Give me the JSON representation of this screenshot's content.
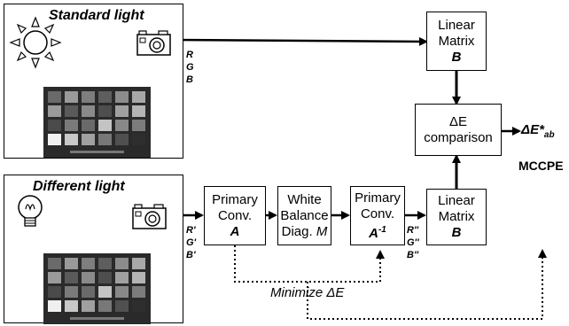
{
  "panels": {
    "top_title": "Standard light",
    "bottom_title": "Different light"
  },
  "channels": {
    "top": [
      "R",
      "G",
      "B"
    ],
    "bottom": [
      "R'",
      "G'",
      "B'"
    ],
    "after": [
      "R''",
      "G''",
      "B''"
    ]
  },
  "blocks": {
    "linear_top": {
      "line1": "Linear",
      "line2": "Matrix",
      "sym": "B"
    },
    "de_comp": {
      "line1": "ΔE",
      "line2": "comparison"
    },
    "primary_a": {
      "line1": "Primary",
      "line2": "Conv.",
      "sym": "A"
    },
    "wb": {
      "line1": "White",
      "line2": "Balance",
      "line3": "Diag.",
      "sym": "M"
    },
    "primary_ainv": {
      "line1": "Primary",
      "line2": "Conv.",
      "sym": "A",
      "sup": "-1"
    },
    "linear_bot": {
      "line1": "Linear",
      "line2": "Matrix",
      "sym": "B"
    }
  },
  "outputs": {
    "delta_e": "ΔE*",
    "delta_e_sub": "ab",
    "mccpe": "MCCPE",
    "minimize": "Minimize ΔE"
  },
  "colors": {
    "arrow_gray": "#8a8a8a",
    "checker_bg": "#2a2a2a"
  },
  "icons": [
    "sun-icon",
    "camera-icon",
    "color-checker-icon",
    "lamp-icon"
  ]
}
